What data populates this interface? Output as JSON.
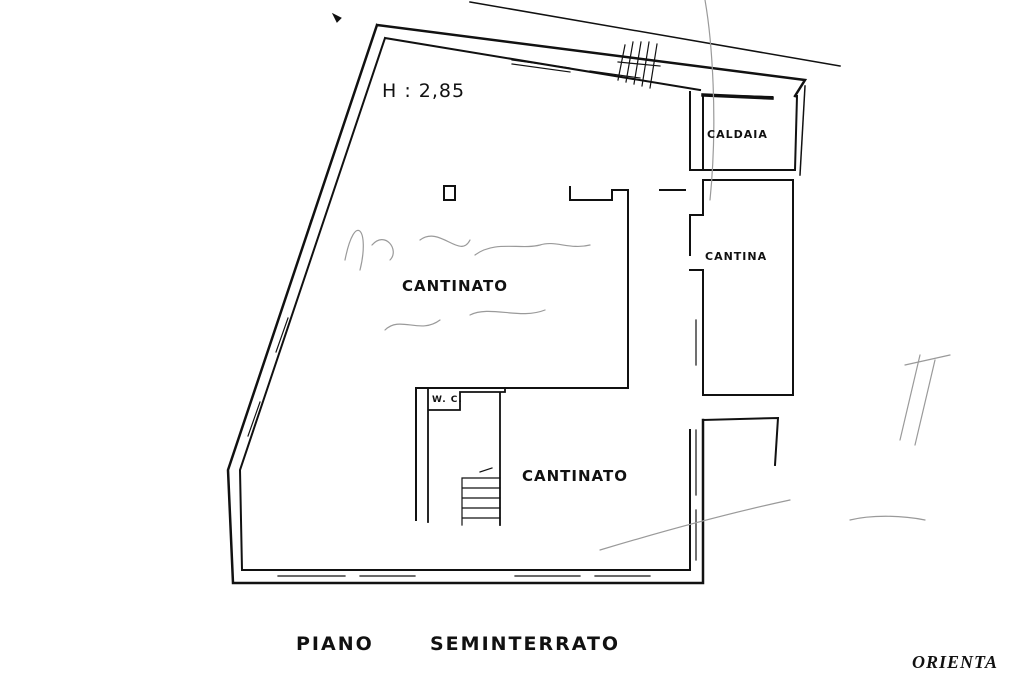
{
  "plan": {
    "height_label": "H : 2,85",
    "rooms": {
      "cantinato_main": "CANTINATO",
      "cantinato_lower": "CANTINATO",
      "caldaia": "CALDAIA",
      "cantina": "CANTINA",
      "wc": "W. C."
    },
    "floor_title_left": "PIANO",
    "floor_title_right": "SEMINTERRATO",
    "orientation_text": "ORIENTA"
  },
  "colors": {
    "ink": "#111111",
    "paper": "#ffffff",
    "pencil": "#9a9a9a"
  }
}
